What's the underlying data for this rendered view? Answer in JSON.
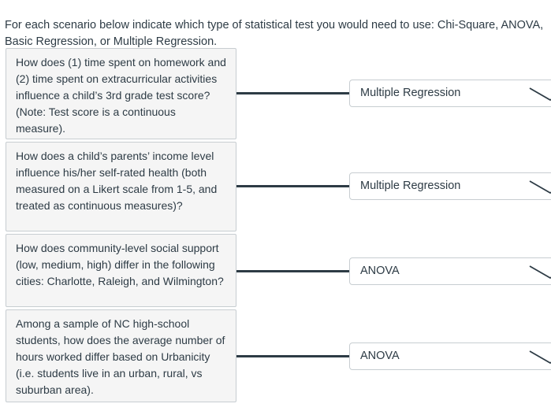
{
  "header": {
    "instructions": "For each scenario below indicate which type of statistical test you would need to use: Chi-Square, ANOVA, Basic Regression, or Multiple Regression."
  },
  "rows": [
    {
      "scenario": "How does (1) time spent on homework and (2) time spent on extracurricular activities influence a child’s 3rd grade test score? (Note: Test score is a continuous measure).",
      "answer": "Multiple Regression"
    },
    {
      "scenario": "How does a child’s parents’ income level influence his/her self-rated health (both measured on a Likert scale from 1-5, and treated as continuous measures)?",
      "answer": "Multiple Regression"
    },
    {
      "scenario": "How does community-level social support (low, medium, high) differ in the following cities: Charlotte, Raleigh, and Wilmington?",
      "answer": "ANOVA"
    },
    {
      "scenario": "Among a sample of NC high-school students, how does the average number of hours worked differ based on Urbanicity (i.e. students live in an urban, rural, vs suburban area).",
      "answer": "ANOVA"
    }
  ],
  "answer_options": [
    "Chi-Square",
    "ANOVA",
    "Basic Regression",
    "Multiple Regression"
  ],
  "icons": {
    "dropdown": "chevron-down-icon"
  },
  "colors": {
    "text": "#2D3B45",
    "scenario_box_background": "#F5F5F5",
    "border": "#C7CDD1",
    "connector_line": "#2D3B45",
    "dropdown_background": "#FFFFFF"
  }
}
